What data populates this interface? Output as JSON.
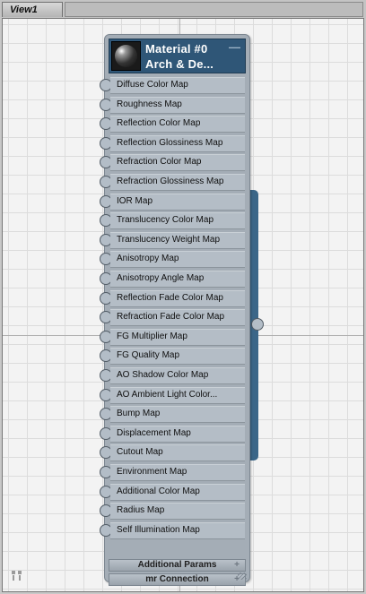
{
  "view": {
    "tab_label": "View1"
  },
  "node": {
    "title_line1": "Material #0",
    "title_line2": "Arch & De...",
    "collapse_symbol": "—",
    "ports": [
      "Diffuse Color Map",
      "Roughness Map",
      "Reflection Color Map",
      "Reflection Glossiness Map",
      "Refraction Color Map",
      "Refraction Glossiness Map",
      "IOR Map",
      "Translucency Color Map",
      "Translucency Weight Map",
      "Anisotropy Map",
      "Anisotropy Angle Map",
      "Reflection Fade Color Map",
      "Refraction Fade Color Map",
      "FG Multiplier Map",
      "FG Quality Map",
      "AO Shadow Color Map",
      "AO  Ambient  Light  Color...",
      "Bump Map",
      "Displacement Map",
      "Cutout Map",
      "Environment Map",
      "Additional Color Map",
      "Radius Map",
      "Self Illumination Map"
    ],
    "rollouts": [
      {
        "label": "Additional Params",
        "icon": "+"
      },
      {
        "label": "mr Connection",
        "icon": "+"
      }
    ]
  },
  "colors": {
    "header_bg": "#2f5677",
    "node_bg": "#a4adb6",
    "output_bar": "#3b6688",
    "canvas_bg": "#f3f3f3"
  }
}
